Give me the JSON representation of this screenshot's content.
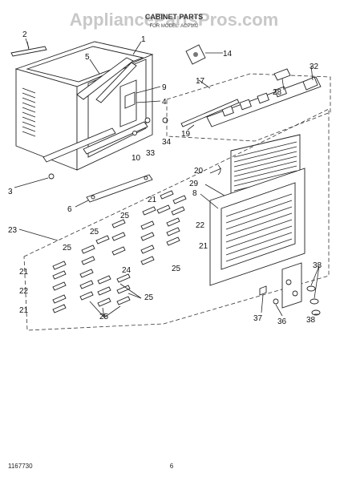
{
  "header": {
    "watermark": "AppliancePartsPros.com",
    "title": "CABINET PARTS",
    "subtitle": "FOR MODEL: ACP102"
  },
  "footer": {
    "doc_number": "1167730",
    "page_number": "6"
  },
  "callouts": {
    "c1": "1",
    "c2": "2",
    "c3": "3",
    "c4": "4",
    "c5": "5",
    "c6": "6",
    "c8": "8",
    "c9": "9",
    "c10": "10",
    "c14": "14",
    "c17": "17",
    "c19": "19",
    "c20": "20",
    "c21a": "21",
    "c21b": "21",
    "c21c": "21",
    "c21d": "21",
    "c22a": "22",
    "c22b": "22",
    "c23": "23",
    "c24": "24",
    "c25a": "25",
    "c25b": "25",
    "c25c": "25",
    "c25d": "25",
    "c25e": "25",
    "c25f": "25",
    "c28": "28",
    "c29": "29",
    "c32": "32",
    "c33": "33",
    "c34": "34",
    "c36": "36",
    "c37": "37",
    "c38a": "38",
    "c38b": "38"
  }
}
